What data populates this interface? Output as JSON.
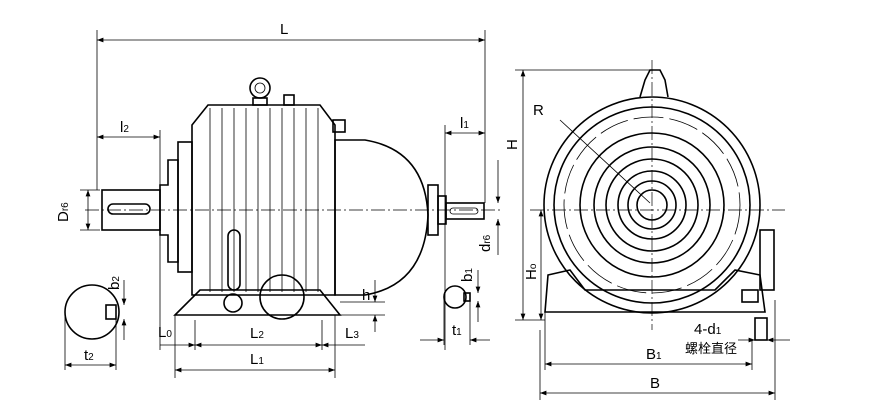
{
  "title": "Planetary gear reducer outline dimensions",
  "labels": {
    "L": "L",
    "l2": "l",
    "l2_sub": "2",
    "l1": "l",
    "l1_sub": "1",
    "D": "D",
    "D_sub": "r6",
    "d": "d",
    "d_sub": "r6",
    "b2": "b",
    "b2_sub": "2",
    "b1": "b",
    "b1_sub": "1",
    "h": "h",
    "L0": "L",
    "L0_sub": "0",
    "L2": "L",
    "L2_sub": "2",
    "L3": "L",
    "L3_sub": "3",
    "L1": "L",
    "L1_sub": "1",
    "t2": "t",
    "t2_sub": "2",
    "t1": "t",
    "t1_sub": "1",
    "R": "R",
    "H": "H",
    "Ho": "H",
    "Ho_sub": "o",
    "d1": "4-d",
    "d1_sub": "1",
    "bolt_note": "螺栓直径",
    "B1": "B",
    "B1_sub": "1",
    "B": "B"
  }
}
